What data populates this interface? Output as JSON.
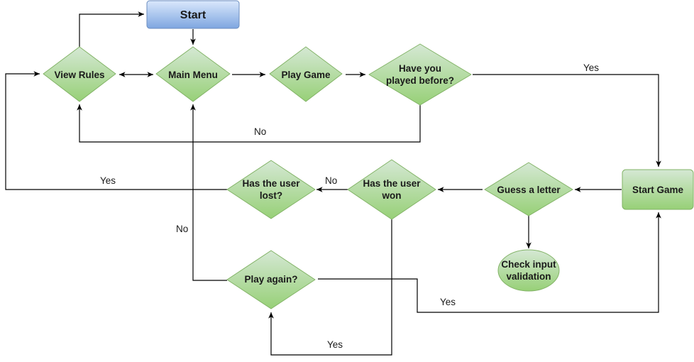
{
  "diagram": {
    "colors": {
      "start_fill_top": "#dae8fc",
      "start_fill_bottom": "#7ea6e0",
      "start_stroke": "#6c8ebf",
      "node_fill_top": "#d5e8d4",
      "node_fill_bottom": "#97d077",
      "node_stroke": "#82b366"
    },
    "nodes": {
      "start": "Start",
      "view_rules": "View Rules",
      "main_menu": "Main Menu",
      "play_game": "Play Game",
      "played_before": [
        "Have you",
        "played before?"
      ],
      "start_game": "Start Game",
      "guess_letter": "Guess a letter",
      "check_input": [
        "Check input",
        "validation"
      ],
      "user_won": [
        "Has the user",
        "won"
      ],
      "user_lost": [
        "Has the user",
        "lost?"
      ],
      "play_again": "Play again?"
    },
    "edge_labels": {
      "played_yes": "Yes",
      "played_no": "No",
      "won_no": "No",
      "lost_yes": "Yes",
      "lost_no": "No",
      "won_yes": "Yes",
      "again_yes": "Yes"
    }
  }
}
